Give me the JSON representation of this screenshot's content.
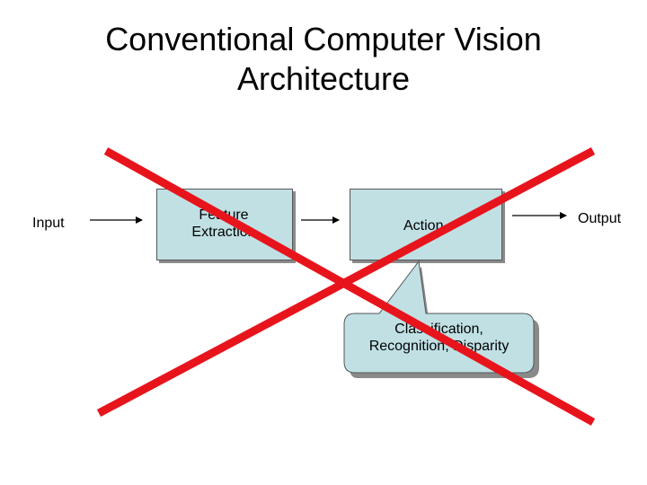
{
  "title": {
    "line1": "Conventional Computer Vision",
    "line2": "Architecture"
  },
  "diagram": {
    "input_label": "Input",
    "feature_extraction": {
      "line1": "Feature",
      "line2": "Extraction"
    },
    "action_label": "Action",
    "output_label": "Output",
    "callout": {
      "line1": "Classification,",
      "line2": "Recognition, Disparity"
    }
  },
  "colors": {
    "box_fill": "#c0e0e4",
    "cross": "#e8141c"
  },
  "icons": [
    "arrow-right-icon",
    "red-x-cross-icon"
  ]
}
